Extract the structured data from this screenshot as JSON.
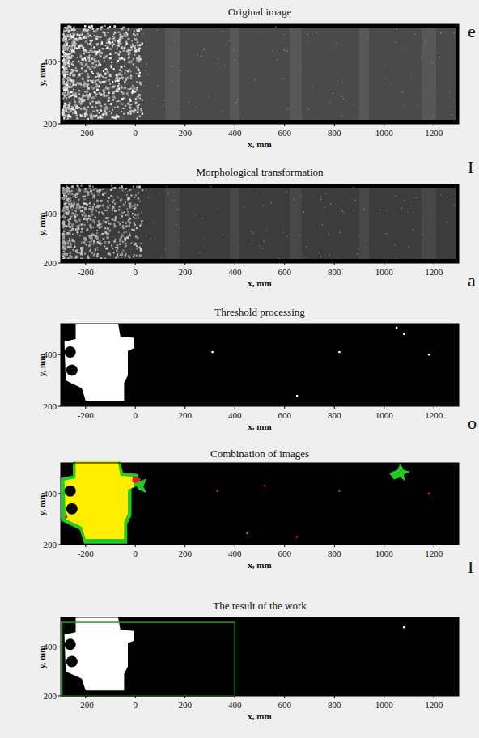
{
  "diagram": {
    "labels": [
      "Original image",
      "y, mm",
      "400",
      "200",
      "-200",
      "0",
      "200",
      "400",
      "600",
      "800",
      "1000",
      "1200",
      "x, mm",
      "Morphological transformation",
      "y, mm",
      "400",
      "200",
      "-200",
      "0",
      "200",
      "400",
      "600",
      "800",
      "1000",
      "1200",
      "x, mm",
      "Threshold processing",
      "y, mm",
      "400",
      "200",
      "-200",
      "0",
      "200",
      "400",
      "600",
      "800",
      "1000",
      "1200",
      "x, mm",
      "Combination of images",
      "y, mm",
      "400",
      "200",
      "-200",
      "0",
      "200",
      "400",
      "600",
      "800",
      "1000",
      "1200",
      "x, mm",
      "The result of the work",
      "y, mm",
      "400",
      "200",
      "-200",
      "0",
      "200",
      "400",
      "600",
      "800",
      "1000",
      "1200",
      "x, mm",
      "e",
      "I",
      "a",
      "o",
      "I"
    ]
  }
}
